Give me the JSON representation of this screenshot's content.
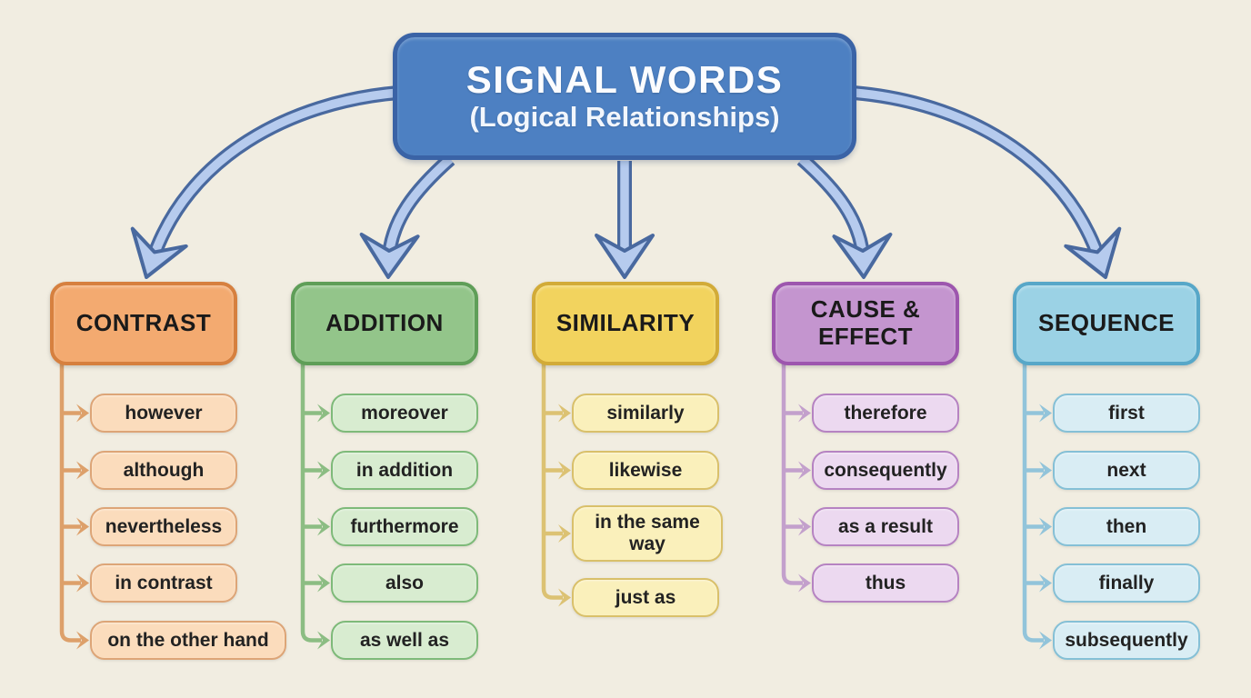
{
  "title": {
    "line1": "SIGNAL WORDS",
    "line2": "(Logical Relationships)"
  },
  "colors": {
    "background": "#f1ede1",
    "title_fill": "#4d80c2",
    "title_border": "#3a63a6",
    "arrow_fill": "#b6cbee",
    "arrow_outline": "#49699f"
  },
  "columns": [
    {
      "label": "CONTRAST",
      "fill": "#f3aa70",
      "border": "#d6803f",
      "item_fill": "#fbdcbc",
      "item_border": "#dda577",
      "line": "#dda06a",
      "items": [
        "however",
        "although",
        "nevertheless",
        "in contrast",
        "on the other hand"
      ]
    },
    {
      "label": "ADDITION",
      "fill": "#93c58a",
      "border": "#5f9e58",
      "item_fill": "#d8ecd0",
      "item_border": "#7eba79",
      "line": "#8cbd83",
      "items": [
        "moreover",
        "in addition",
        "furthermore",
        "also",
        "as well as"
      ]
    },
    {
      "label": "SIMILARITY",
      "fill": "#f2d35e",
      "border": "#d2ab38",
      "item_fill": "#faf0bb",
      "item_border": "#d9c06a",
      "line": "#dcc273",
      "items": [
        "similarly",
        "likewise",
        "in the same way",
        "just as"
      ]
    },
    {
      "label": "CAUSE & EFFECT",
      "fill": "#c495cf",
      "border": "#9d56ae",
      "item_fill": "#ecd9f0",
      "item_border": "#b683c2",
      "line": "#c3a0cc",
      "items": [
        "therefore",
        "consequently",
        "as a result",
        "thus"
      ]
    },
    {
      "label": "SEQUENCE",
      "fill": "#9bd2e5",
      "border": "#57a7c8",
      "item_fill": "#d9edf4",
      "item_border": "#85c0d6",
      "line": "#92c4da",
      "items": [
        "first",
        "next",
        "then",
        "finally",
        "subsequently"
      ]
    }
  ]
}
